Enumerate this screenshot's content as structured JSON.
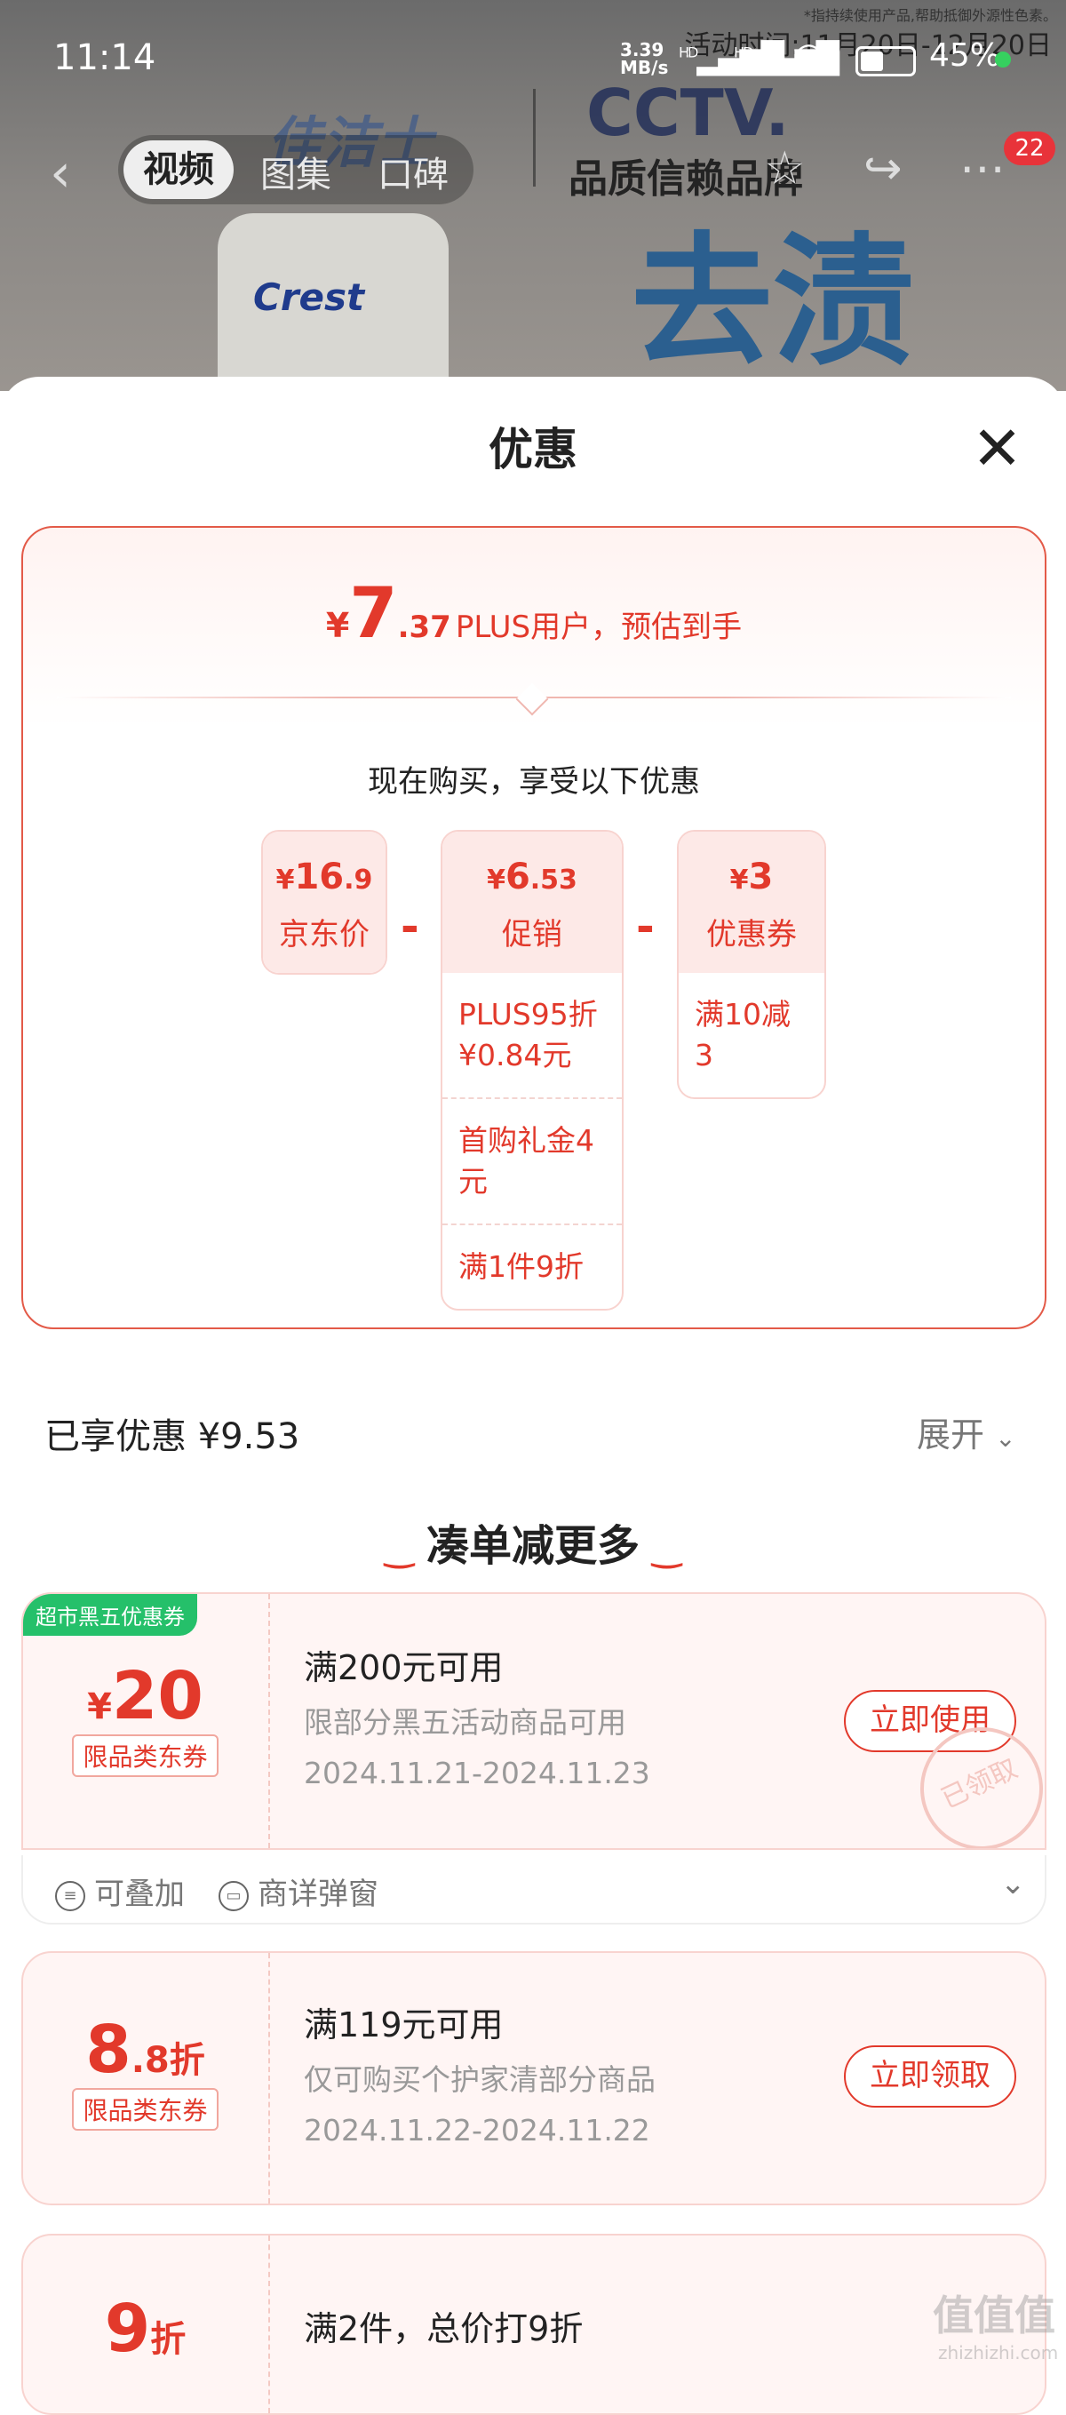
{
  "status_bar": {
    "time": "11:14",
    "net_speed": "3.39",
    "net_unit": "MB/s",
    "signal1": "HD",
    "signal2": "HD",
    "battery_pct": "45%",
    "battery_level": 0.45
  },
  "background": {
    "brand_cn": "佳洁士",
    "brand_en": "Crest",
    "cctv": "CCTV.",
    "cctv_sub": "品质信赖品牌",
    "tube_brand": "Crest",
    "big_text": "去渍",
    "fine_print": "*指持续使用产品,帮助抵御外源性色素。",
    "event_text": "活动时间:11月20日-12月20日"
  },
  "nav": {
    "tabs": [
      "视频",
      "图集",
      "口碑"
    ],
    "badge": "22"
  },
  "sheet": {
    "title": "优惠"
  },
  "summary": {
    "currency": "¥",
    "price_int": "7",
    "price_dec": ".37",
    "price_text": "PLUS用户，预估到手",
    "intro": "现在购买，享受以下优惠",
    "columns": [
      {
        "cur": "¥",
        "amount": "16",
        "dec": ".9",
        "label": "京东价",
        "items": []
      },
      {
        "cur": "¥",
        "amount": "6",
        "dec": ".53",
        "label": "促销",
        "items": [
          "PLUS95折 ¥0.84元",
          "首购礼金4元",
          "满1件9折"
        ]
      },
      {
        "cur": "¥",
        "amount": "3",
        "dec": "",
        "label": "优惠券",
        "items": [
          "满10减3"
        ]
      }
    ],
    "minus": "-"
  },
  "enjoyed": {
    "text": "已享优惠 ¥9.53",
    "expand": "展开"
  },
  "more": {
    "title": "凑单减更多"
  },
  "coupons": [
    {
      "ribbon": "超市黑五优惠券",
      "cur": "¥",
      "value": "20",
      "small": "",
      "type": "限品类东券",
      "condition": "满200元可用",
      "desc": "限部分黑五活动商品可用",
      "date": "2024.11.21-2024.11.23",
      "button": "立即使用",
      "stamp": "已领取"
    },
    {
      "ribbon": "",
      "cur": "",
      "value": "8",
      "small": ".8折",
      "type": "限品类东券",
      "condition": "满119元可用",
      "desc": "仅可购买个护家清部分商品",
      "date": "2024.11.22-2024.11.22",
      "button": "立即领取",
      "stamp": ""
    },
    {
      "ribbon": "",
      "cur": "",
      "value": "9",
      "small": "折",
      "type": "",
      "condition": "满2件，总价打9折",
      "desc": "",
      "date": "",
      "button": "",
      "stamp": ""
    }
  ],
  "tags": {
    "stackable": "可叠加",
    "popup": "商详弹窗"
  },
  "watermark": {
    "logo": "值值值",
    "url": "zhizhizhi.com"
  }
}
